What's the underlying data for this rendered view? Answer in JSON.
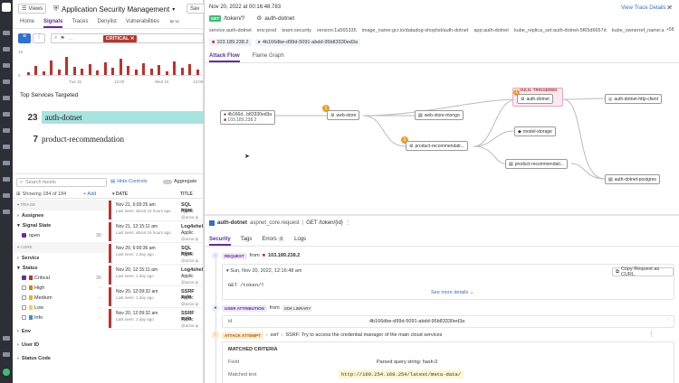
{
  "nav": {
    "items": [
      "home",
      "search",
      "dashboards",
      "infra",
      "apm",
      "logs",
      "security",
      "synthetics",
      "rum",
      "settings"
    ]
  },
  "header": {
    "views_label": "Views",
    "app_title": "Application Security Management",
    "save_label": "Sav"
  },
  "tabs": [
    "Home",
    "Signals",
    "Traces",
    "Denylist",
    "Vulnerabilities"
  ],
  "beta_label": "BETA",
  "filter": {
    "chip": "CRITICAL"
  },
  "chart": {
    "y_top": "18",
    "y_zero": "0",
    "ticks": [
      "Tue 15",
      "12:00",
      "Wed 16",
      "12:00"
    ],
    "bars": [
      0.15,
      0.5,
      0.2,
      0.8,
      0.3,
      1.0,
      0.45,
      0.35,
      0.6,
      0.25,
      0.7,
      0.4,
      0.9,
      0.5,
      0.3,
      0.65,
      0.35,
      0.55,
      0.2,
      0.75,
      0.4,
      0.6,
      0.3
    ]
  },
  "top_services": {
    "title": "Top Services Targeted",
    "items": [
      {
        "count": "23",
        "name": "auth-dotnet",
        "fill": 1.0
      },
      {
        "count": "7",
        "name": "product-recommendation",
        "fill": 0.56
      }
    ]
  },
  "facets": {
    "search_placeholder": "Search facets",
    "hide_controls": "Hide Controls",
    "aggregate": "Aggregate",
    "showing": "Showing 184 of 184",
    "add": "+ Add",
    "col_date": "DATE",
    "col_title": "TITLE",
    "triage_header": "TRIAGE",
    "assignee": "Assignee",
    "signal_state": "Signal State",
    "open_label": "open",
    "open_count": "30",
    "core_header": "CORE",
    "service": "Service",
    "status": "Status",
    "statuses": [
      {
        "label": "Critical",
        "count": "30",
        "checked": true,
        "color": "#c0312b"
      },
      {
        "label": "High",
        "count": "-",
        "checked": false,
        "color": "#e07b22"
      },
      {
        "label": "Medium",
        "count": "-",
        "checked": false,
        "color": "#f0b400"
      },
      {
        "label": "Low",
        "count": "-",
        "checked": false,
        "color": "#f6d04d"
      },
      {
        "label": "Info",
        "count": "-",
        "checked": false,
        "color": "#3c8fd6"
      }
    ],
    "env": "Env",
    "user_id": "User ID",
    "status_code": "Status Code"
  },
  "signals": [
    {
      "date": "Nov 21, 6:00:25 am",
      "seen": "Last seen: about 10 hours ago",
      "title": "SQL injec",
      "sub": "Applic",
      "actor": "@actor.ip"
    },
    {
      "date": "Nov 21, 12:15:11 am",
      "seen": "Last seen: about 16 hours ago",
      "title": "Log4shel",
      "sub": "Applic",
      "actor": "@actor.ip"
    },
    {
      "date": "Nov 20, 6:00:36 am",
      "seen": "Last seen: 1 day ago",
      "title": "SQL injec",
      "sub": "Applic",
      "actor": "@actor.ip"
    },
    {
      "date": "Nov 20, 12:15:11 am",
      "seen": "Last seen: 1 day ago",
      "title": "Log4shel",
      "sub": "Applic",
      "actor": "@actor.ip"
    },
    {
      "date": "Nov 20, 12:09:32 am",
      "seen": "Last seen: 1 day ago",
      "title": "SSRF vuln",
      "sub": "Applic",
      "actor": "@actor.ip"
    },
    {
      "date": "Nov 20, 12:09:32 am",
      "seen": "Last seen: 1 day ago",
      "title": "SSRF vuln",
      "sub": "Applic",
      "actor": "@actor.ip"
    }
  ],
  "trace": {
    "timestamp": "Nov 20, 2022 at 00:16:48.783",
    "view_trace": "View Trace Details",
    "method": "GET",
    "path": "/token/?",
    "service": "auth-dotnet",
    "tags": [
      "service:auth-dotnet",
      "env:prod",
      "team:security",
      "version:1a565335",
      "image_name:gcr.io/datadog-shoplist/auth-dotnet",
      "app:auth-dotnet",
      "kube_replica_set:auth-dotnet-5f65d6657d",
      "kube_ownerref_name:a"
    ],
    "more_tags": "+58",
    "ip": "103.189.238.2",
    "trace_id": "4b166dbe-d99d-5091-abdd-95b83330ed3a",
    "tabs": [
      "Attack Flow",
      "Flame Graph"
    ],
    "nodes": {
      "client": "4b166d...b83330ed3a",
      "client_ip": "103.189.238.2",
      "web_store": "web-store",
      "mongo": "web-store-mongo",
      "vuln": "VULN. TRIGGERED",
      "auth": "auth-dotnet",
      "http_client": "auth-dotnet-http-client",
      "model": "model-storage",
      "prod_rec1": "product-recommendati...",
      "prod_rec2": "product-recommendati...",
      "postgres": "auth-dotnet-postgres"
    },
    "span_service": "auth-dotnet",
    "span_op": "aspnet_core.request",
    "span_resource": "GET /token/{id}",
    "detail_tabs": [
      "Security",
      "Tags",
      "Errors",
      "Logs"
    ],
    "errors_count": "0",
    "request_badge": "REQUEST",
    "from_label": "from",
    "request_ip": "103.189.238.2",
    "request_time": "Sun, Nov 20, 2022, 12:16:48 am",
    "copy_button": "Copy Request as CURL",
    "request_line": "GET /token/?",
    "see_more": "See more details",
    "user_badge": "USER ATTRIBUTION",
    "user_from": "from",
    "user_source": "SDK LIBRARY",
    "id_label": "id",
    "id_value": "4b166dbe-d99d-5091-abdd-95b83330ed3a",
    "attack_badge": "ATTACK ATTEMPT",
    "attack_type": "ssrf",
    "attack_desc": "SSRF: Try to access the credential manager of the main cloud services",
    "matched_title": "MATCHED CRITERIA",
    "field_label": "Field",
    "field_value": "Parsed query string: hash.0",
    "matched_label": "Matched text",
    "matched_value": "http://169.254.169.254/latest/meta-data/"
  }
}
